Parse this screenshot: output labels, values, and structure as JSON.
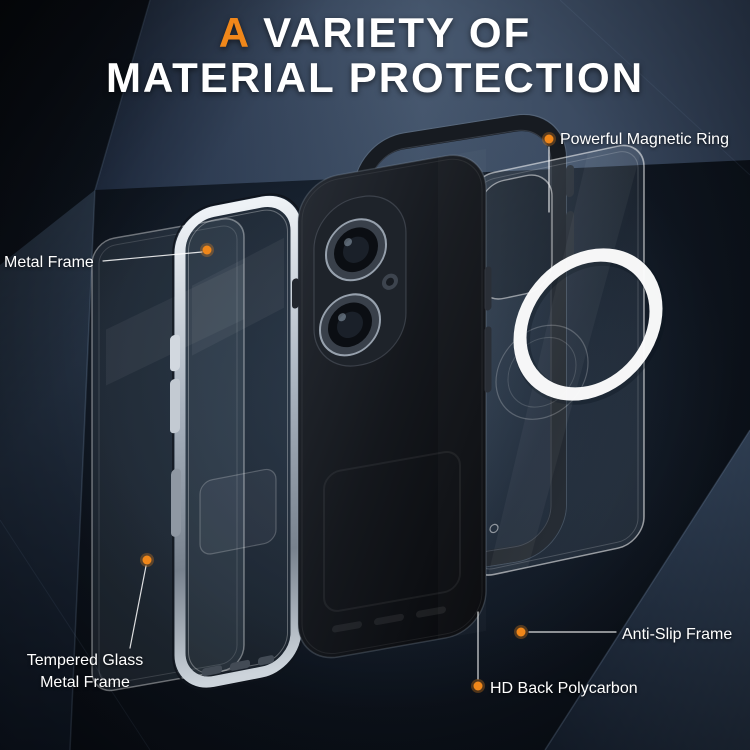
{
  "title": {
    "accent": "A",
    "line1_rest": "VARIETY OF",
    "line2": "MATERIAL PROTECTION"
  },
  "callouts": {
    "magnetic_ring": "Powerful Magnetic Ring",
    "metal_frame": "Metal Frame",
    "anti_slip": "Anti-Slip Frame",
    "hd_back": "HD Back Polycarbon",
    "tempered_glass_line1": "Tempered Glass",
    "tempered_glass_line2": "Metal Frame"
  },
  "product": {
    "parts": [
      "tempered-glass-sheet",
      "metal-frame-bumper",
      "inner-black-frame",
      "black-case-body-with-camera",
      "clear-polycarbonate-back-panel",
      "magnetic-ring"
    ]
  },
  "colors": {
    "accent_orange": "#F0871A",
    "background_navy": "#0B121C",
    "facet_slate": "#47586F",
    "text_white": "#FFFFFF",
    "magnetic_ring_white": "#FFFFFF"
  }
}
